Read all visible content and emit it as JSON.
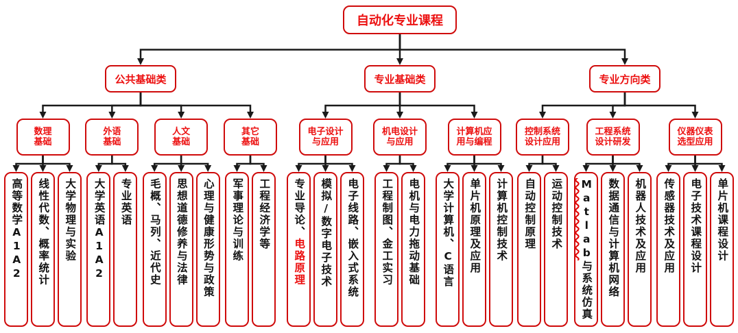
{
  "colors": {
    "border_red": "#cf0a0a",
    "text_red": "#ec1010",
    "leaf_text_black": "#121212",
    "connector_black": "#1a1a1a",
    "background": "#ffffff"
  },
  "tree": {
    "root": {
      "label": "自动化专业课程"
    },
    "branches": [
      {
        "label": "公共基础类",
        "groups": [
          {
            "label": "数理\n基础",
            "leaves": [
              [
                {
                  "t": "高等数学A1A2"
                }
              ],
              [
                {
                  "t": "线性代数、概率统计"
                }
              ],
              [
                {
                  "t": "大学物理与实验"
                }
              ]
            ]
          },
          {
            "label": "外语\n基础",
            "leaves": [
              [
                {
                  "t": "大学英语A1A2"
                }
              ],
              [
                {
                  "t": "专业英语"
                }
              ]
            ]
          },
          {
            "label": "人文\n基础",
            "leaves": [
              [
                {
                  "t": "毛概、马列、近代史"
                }
              ],
              [
                {
                  "t": "思想道德修养与法律"
                }
              ],
              [
                {
                  "t": "心理与健康形势与政策"
                }
              ]
            ]
          },
          {
            "label": "其它\n基础",
            "leaves": [
              [
                {
                  "t": "军事理论与训练"
                }
              ],
              [
                {
                  "t": "工程经济学等"
                }
              ]
            ]
          }
        ]
      },
      {
        "label": "专业基础类",
        "groups": [
          {
            "label": "电子设计\n与应用",
            "leaves": [
              [
                {
                  "t": "专业导论、"
                },
                {
                  "t": "电路原理",
                  "red": true
                }
              ],
              [
                {
                  "t": "模拟/数字电子技术"
                }
              ],
              [
                {
                  "t": "电子线路、嵌入式系统"
                }
              ]
            ]
          },
          {
            "label": "机电设计\n与应用",
            "leaves": [
              [
                {
                  "t": "工程制图、金工实习"
                }
              ],
              [
                {
                  "t": "电机与电力拖动基础"
                }
              ]
            ]
          },
          {
            "label": "计算机应\n用与编程",
            "leaves": [
              [
                {
                  "t": "大学计算机、C语言"
                }
              ],
              [
                {
                  "t": "单片机原理及应用"
                }
              ],
              [
                {
                  "t": "计算机控制技术"
                }
              ]
            ]
          }
        ]
      },
      {
        "label": "专业方向类",
        "groups": [
          {
            "label": "控制系统\n设计应用",
            "leaves": [
              [
                {
                  "t": "自动控制原理"
                }
              ],
              [
                {
                  "t": "运动控制技术"
                }
              ]
            ]
          },
          {
            "label": "工程系统\n设计研发",
            "leaves": [
              [
                {
                  "t": "Matlab",
                  "squiggle": true
                },
                {
                  "t": "与系统仿真"
                }
              ],
              [
                {
                  "t": "数据通信与计算机网络"
                }
              ],
              [
                {
                  "t": "机器人技术及应用"
                }
              ]
            ]
          },
          {
            "label": "仪器仪表\n选型应用",
            "leaves": [
              [
                {
                  "t": "传感器技术及应用"
                }
              ],
              [
                {
                  "t": "电子技术课程设计"
                }
              ],
              [
                {
                  "t": "单片机课程设计"
                }
              ]
            ]
          }
        ]
      }
    ]
  }
}
